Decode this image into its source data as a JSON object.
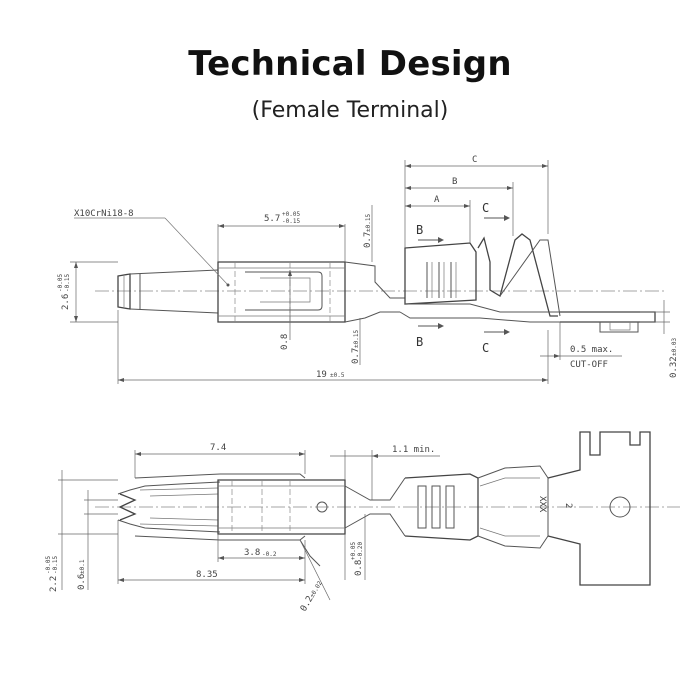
{
  "header": {
    "title": "Technical Design",
    "subtitle": "(Female Terminal)"
  },
  "side_view": {
    "material_label": "X10CrNi18-8",
    "dim_5_7": "5.7",
    "dim_5_7_tol_upper": "+0.05",
    "dim_5_7_tol_lower": "-0.15",
    "dim_2_6": "2.6",
    "dim_2_6_tol_upper": "-0.05",
    "dim_2_6_tol_lower": "-0.15",
    "dim_0_7_top": "0.7",
    "dim_0_7_top_tol": "±0.15",
    "dim_0_7_bottom": "0.7",
    "dim_0_7_bottom_tol": "±0.15",
    "dim_0_8": "0.8",
    "dim_19": "19",
    "dim_19_tol": "±0.5",
    "dim_C": "C",
    "dim_B": "B",
    "dim_A": "A",
    "section_B_top": "B",
    "section_B_bottom": "B",
    "section_C_top": "C",
    "section_C_bottom": "C",
    "dim_0_5_max": "0.5 max.",
    "cut_off_label": "CUT-OFF",
    "dim_0_32": "0.32",
    "dim_0_32_tol": "±0.03"
  },
  "top_view": {
    "dim_7_4": "7.4",
    "dim_1_1_min": "1.1 min.",
    "dim_3_8": "3.8",
    "dim_3_8_tol": "-0.2",
    "dim_8_35": "8.35",
    "dim_2_2": "2.2",
    "dim_2_2_tol_upper": "-0.05",
    "dim_2_2_tol_lower": "-0.15",
    "dim_0_6": "0.6",
    "dim_0_6_tol": "±0.1",
    "dim_0_8": "0.8",
    "dim_0_8_tol_upper": "+0.05",
    "dim_0_8_tol_lower": "-0.20",
    "dim_0_2": "0.2",
    "dim_0_2_tol": "±0.02",
    "mark_xxx": "XXX",
    "mark_2": "2"
  }
}
